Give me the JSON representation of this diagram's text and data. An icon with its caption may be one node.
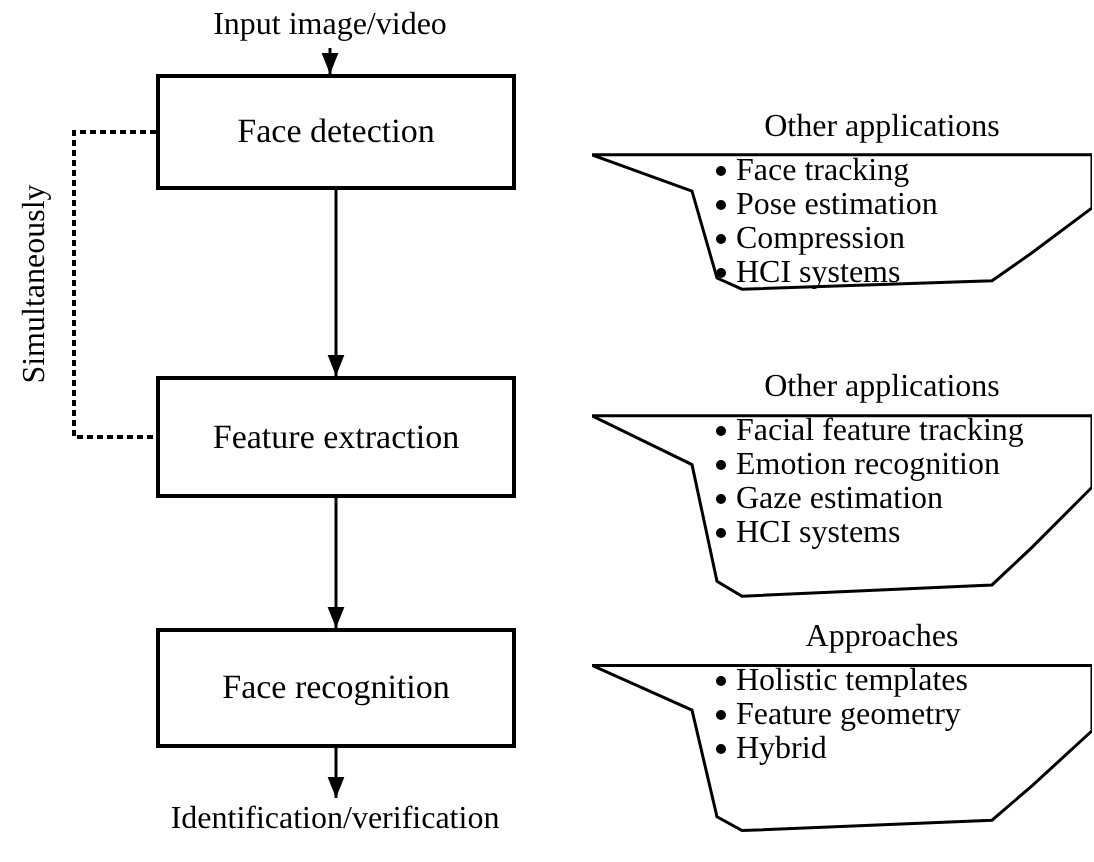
{
  "diagram": {
    "nodes": [
      {
        "text": [
          "Input image/video"
        ]
      },
      {
        "text": [
          "Face detection"
        ]
      },
      {
        "text": [
          "Feature extraction"
        ]
      },
      {
        "text": [
          "Face recognition"
        ]
      },
      {
        "text": [
          "Identification/verification"
        ]
      },
      {
        "text": [
          "Other applications",
          "Face tracking",
          "Pose estimation",
          "Compression",
          "HCI systems"
        ]
      },
      {
        "text": [
          "Other applications",
          "Facial feature tracking",
          "Emotion recognition",
          "Gaze estimation",
          "HCI systems"
        ]
      },
      {
        "text": [
          "Approaches",
          "Holistic templates",
          "Feature geometry",
          "Hybrid"
        ]
      }
    ],
    "edges": [
      {
        "from": 0,
        "to": 1,
        "arrow": "to"
      },
      {
        "from": 1,
        "to": 2,
        "arrow": "to"
      },
      {
        "from": 2,
        "to": 3,
        "arrow": "to"
      },
      {
        "from": 3,
        "to": 4,
        "arrow": "to"
      },
      {
        "from": 1,
        "to": 2,
        "arrow": "none",
        "style": "dashed",
        "label": "Simultaneously"
      }
    ]
  }
}
